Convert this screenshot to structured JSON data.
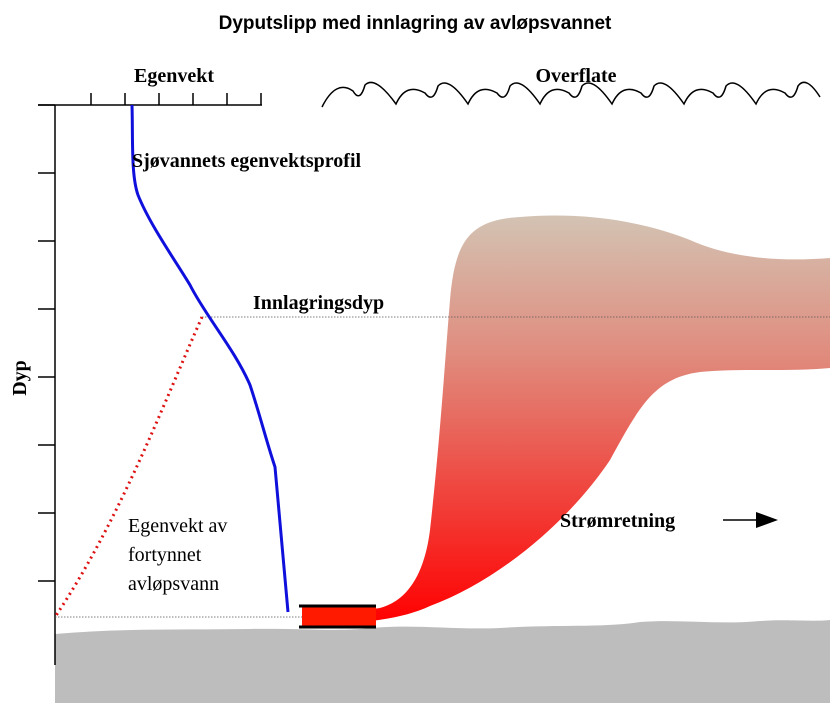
{
  "title": "Dyputslipp med innlagring av avløpsvannet",
  "labels": {
    "egenvekt": "Egenvekt",
    "overflate": "Overflate",
    "profile": "Sjøvannets egenvektsprofil",
    "innlagring": "Innlagringsdyp",
    "dyp": "Dyp",
    "diluted_line1": "Egenvekt av",
    "diluted_line2": "fortynnet",
    "diluted_line3": "avløpsvann",
    "current": "Strømretning"
  },
  "colors": {
    "profile": "#1010dd",
    "diluted": "#dd1111",
    "seabed": "#bdbdbd",
    "plume_top": "#d2bfb0",
    "plume_bottom": "#ff0000"
  }
}
